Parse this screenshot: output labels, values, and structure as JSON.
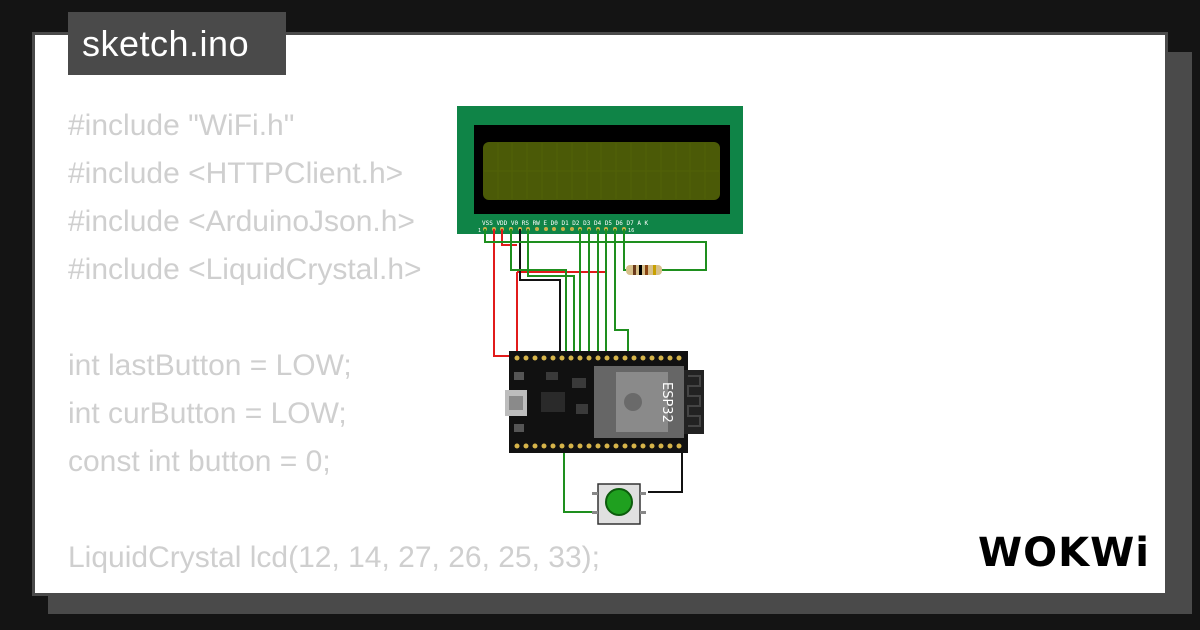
{
  "header": {
    "filename": "sketch.ino"
  },
  "code": {
    "lines": [
      "#include \"WiFi.h\"",
      "#include <HTTPClient.h>",
      "#include <ArduinoJson.h>",
      "#include <LiquidCrystal.h>",
      "",
      "int lastButton = LOW;",
      "int curButton = LOW;",
      "const int button = 0;",
      "",
      "LiquidCrystal lcd(12, 14, 27, 26, 25, 33);"
    ]
  },
  "circuit": {
    "lcd": {
      "pin_labels": "VSS VDD V0 RS RW E D0 D1 D2 D3 D4 D5 D6 D7 A K",
      "pin_first": "1",
      "pin_last": "16",
      "bezel_color": "#0f8447",
      "screen_color": "#4b5a07"
    },
    "board": {
      "chip_label": "ESP32"
    },
    "wire_colors": {
      "power": "#e11b1b",
      "ground": "#111111",
      "signal": "#1e8f1e"
    },
    "button": {
      "cap_color": "#1fa01f"
    }
  },
  "brand": {
    "logo_text": "WOKWi"
  }
}
